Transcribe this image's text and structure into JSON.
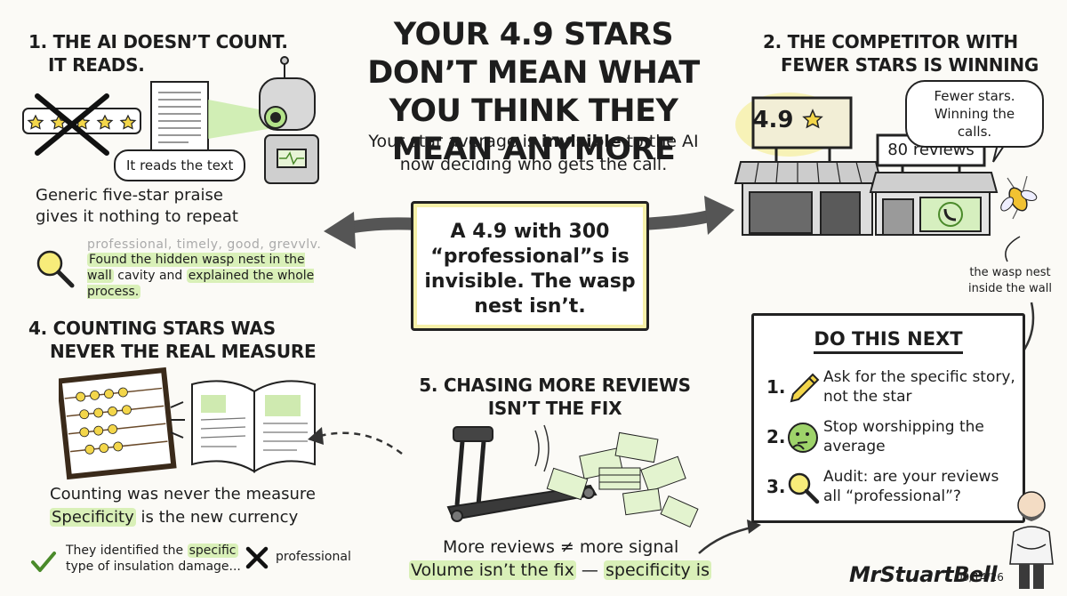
{
  "title": "YOUR 4.9 STARS DON’T MEAN WHAT YOU THINK THEY MEAN ANYMORE",
  "subtitle": {
    "pre": "Your star average is ",
    "bold": "invisible",
    "post": " to the AI now deciding who gets the call."
  },
  "center_message": "A 4.9 with 300 “professional”s is invisible. The wasp nest isn’t.",
  "section1": {
    "heading_line1": "1. THE AI DOESN’T COUNT.",
    "heading_line2": "IT READS.",
    "bubble": "It reads the text",
    "body": "Generic five-star praise gives it nothing to repeat",
    "faded_words": "professional, timely, good, grevvlv.",
    "example_hl1": "Found the hidden wasp nest in the wall",
    "example_mid": " cavity and ",
    "example_hl2": "explained the whole process."
  },
  "section2": {
    "heading_line1": "2. THE COMPETITOR WITH",
    "heading_line2": "FEWER STARS IS WINNING",
    "sign_rating": "4.9",
    "sign_reviews": "80 reviews",
    "bubble": "Fewer stars. Winning the calls.",
    "wasp_label": "the wasp nest inside the wall"
  },
  "section4": {
    "heading_line1": "4. COUNTING STARS WAS",
    "heading_line2": "NEVER THE REAL MEASURE",
    "line1": "Counting was never the measure",
    "line2_hl": "Specificity",
    "line2_post": " is the new currency",
    "check_pre": "They identified the ",
    "check_hl": "specific",
    "check_post": "type of insulation damage...",
    "cross_label": "professional"
  },
  "section5": {
    "heading_line1": "5. CHASING MORE REVIEWS",
    "heading_line2": "ISN’T THE FIX",
    "line1": "More reviews ≠ more signal",
    "line2_hl1": "Volume isn’t the fix",
    "line2_mid": " — ",
    "line2_hl2": "specificity is"
  },
  "do_next": {
    "title": "DO THIS NEXT",
    "items": [
      {
        "num": "1.",
        "text": "Ask for the specific story, not the star",
        "icon": "pencil-icon"
      },
      {
        "num": "2.",
        "text": "Stop worshipping the average",
        "icon": "thinking-face-icon"
      },
      {
        "num": "3.",
        "text": "Audit: are your reviews all “professional”?",
        "icon": "magnifier-icon"
      }
    ]
  },
  "signature": "MrStuartBell",
  "date": "09/14/26",
  "colors": {
    "highlight": "#d9f0b8",
    "glow": "#f6f0a8",
    "ink": "#1d1d1d",
    "green": "#9ed36a"
  }
}
